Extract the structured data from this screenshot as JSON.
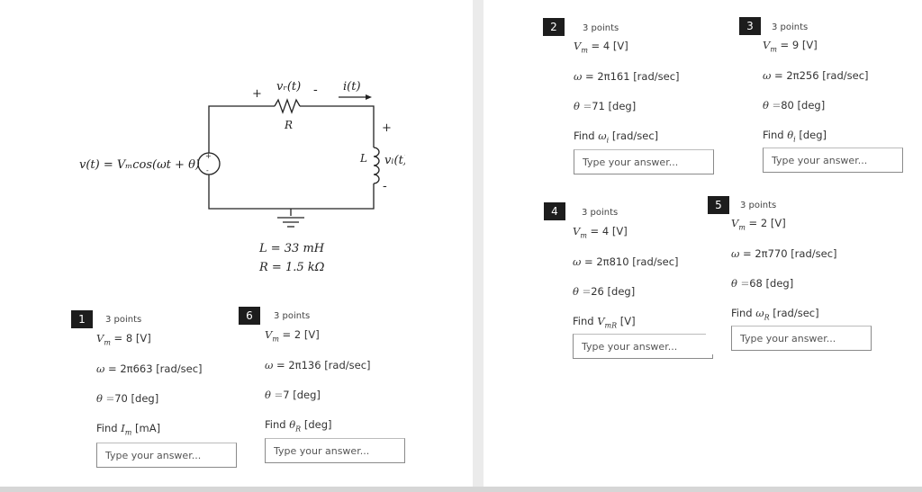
{
  "circuit": {
    "source_label": "v(t) = Vₘcos(ωt + θ)",
    "vr_label": "vᵣ(t)",
    "plus": "+",
    "minus": "-",
    "current_label": "i(t)",
    "r_label": "R",
    "l_label": "L",
    "vl_label": "vₗ(t)",
    "l_value": "L = 33 mH",
    "r_value": "R = 1.5 kΩ"
  },
  "questions": [
    {
      "num": "1",
      "points": "3 points",
      "vm": "8",
      "w": "663",
      "theta": "70",
      "theta_op": "=",
      "find": "Find",
      "find_sym": "I",
      "find_sub": "m",
      "find_unit": "[mA]",
      "placeholder": "Type your answer..."
    },
    {
      "num": "2",
      "points": "3 points",
      "vm": "4",
      "w": "161",
      "theta": "71",
      "theta_op": "=",
      "find": "Find",
      "find_sym": "ω",
      "find_sub": "i",
      "find_unit": "[rad/sec]",
      "placeholder": "Type your answer..."
    },
    {
      "num": "3",
      "points": "3 points",
      "vm": "9",
      "w": "256",
      "theta": "80",
      "theta_op": "=",
      "find": "Find",
      "find_sym": "θ",
      "find_sub": "i",
      "find_unit": "[deg]",
      "placeholder": "Type your answer..."
    },
    {
      "num": "4",
      "points": "3 points",
      "vm": "4",
      "w": "810",
      "theta": "26",
      "theta_op": "=",
      "find": "Find",
      "find_sym": "V",
      "find_sub": "mR",
      "find_unit": "[V]",
      "placeholder": "Type your answer..."
    },
    {
      "num": "5",
      "points": "3 points",
      "vm": "2",
      "w": "770",
      "theta": "68",
      "theta_op": "=",
      "find": "Find",
      "find_sym": "ω",
      "find_sub": "R",
      "find_unit": "[rad/sec]",
      "placeholder": "Type your answer..."
    },
    {
      "num": "6",
      "points": "3 points",
      "vm": "2",
      "w": "136",
      "theta": "7",
      "theta_op": "=",
      "find": "Find",
      "find_sym": "θ",
      "find_sub": "R",
      "find_unit": "[deg]",
      "placeholder": "Type your answer..."
    }
  ],
  "labels": {
    "vm_prefix": "V",
    "vm_sub": "m",
    "vm_eq": " = ",
    "vm_unit": "[V]",
    "w_sym": "ω",
    "w_eq": " = 2π",
    "w_unit": "[rad/sec]",
    "theta_sym": "θ",
    "theta_unit": "[deg]"
  }
}
